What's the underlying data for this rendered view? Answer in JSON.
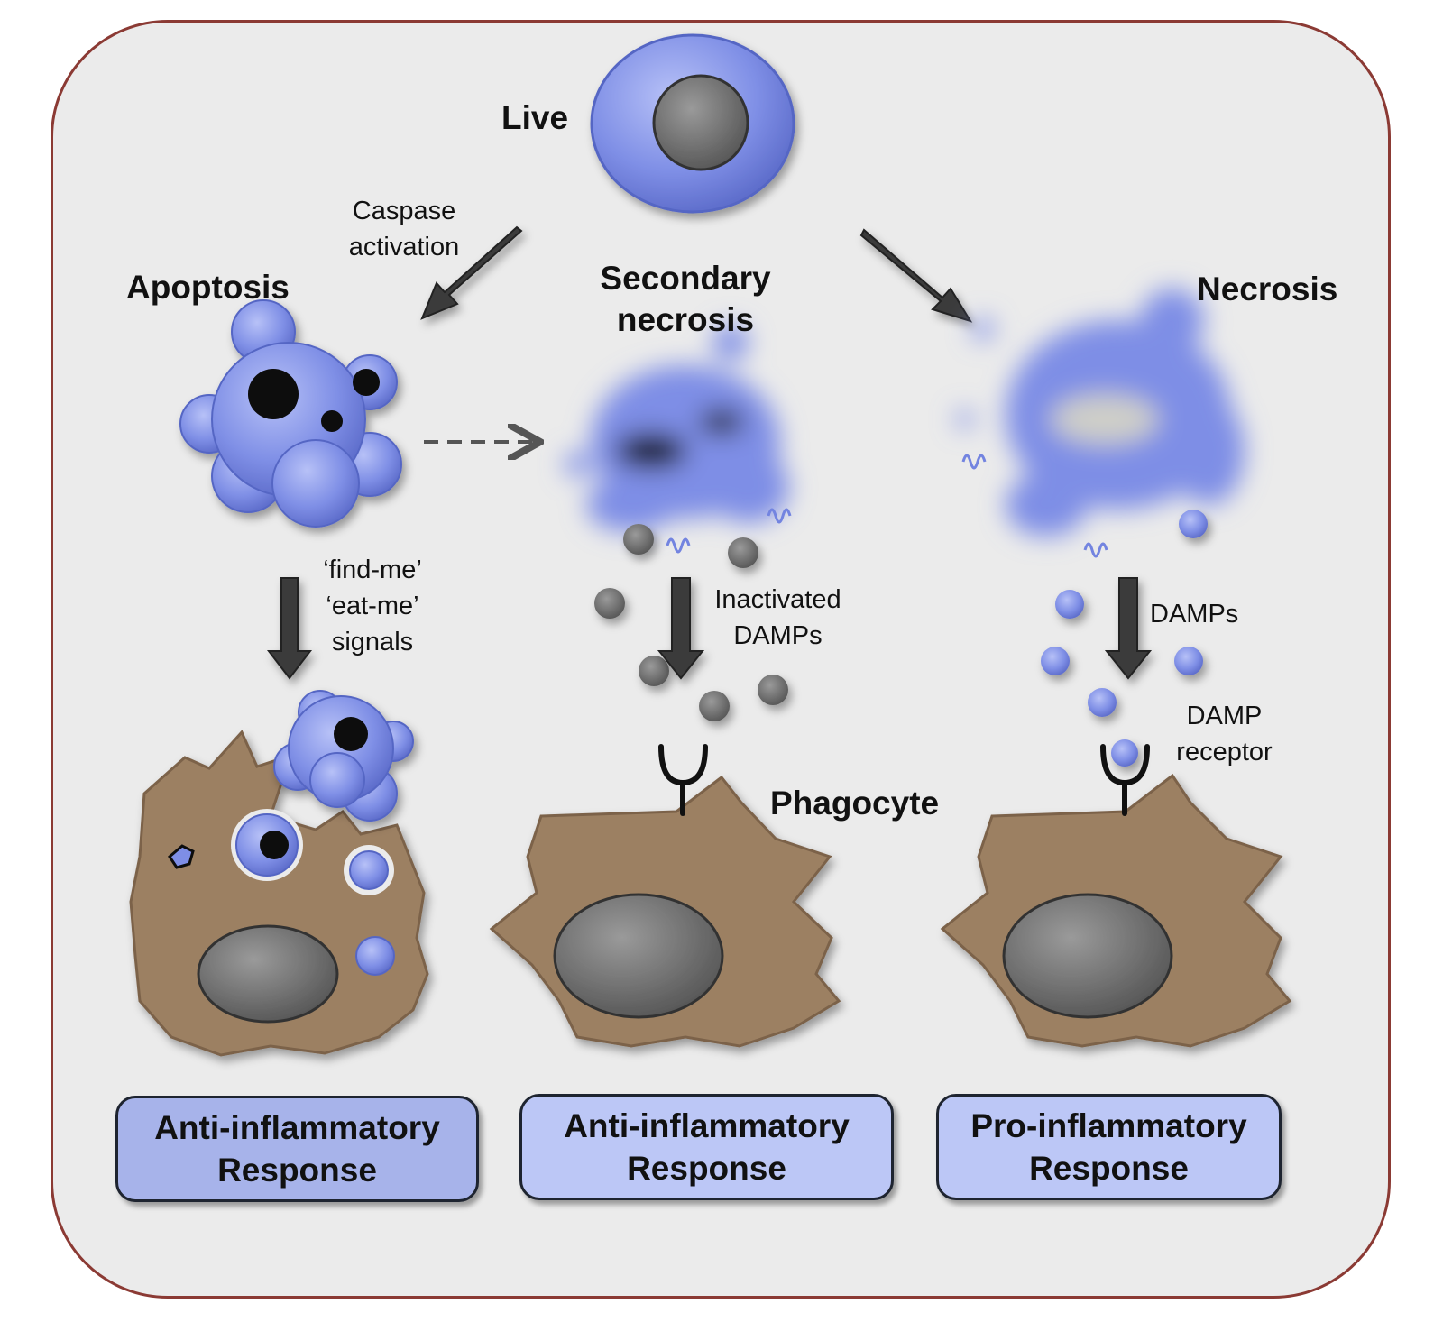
{
  "labels": {
    "live": "Live",
    "apoptosis": "Apoptosis",
    "secondary_necrosis_1": "Secondary",
    "secondary_necrosis_2": "necrosis",
    "necrosis": "Necrosis",
    "caspase_1": "Caspase",
    "caspase_2": "activation",
    "signals_1": "‘find-me’",
    "signals_2": "‘eat-me’",
    "signals_3": "signals",
    "inactivated_1": "Inactivated",
    "inactivated_2": "DAMPs",
    "damps": "DAMPs",
    "receptor_1": "DAMP",
    "receptor_2": "receptor",
    "phagocyte": "Phagocyte"
  },
  "responses": [
    {
      "line1": "Anti-inflammatory",
      "line2": "Response"
    },
    {
      "line1": "Anti-inflammatory",
      "line2": "Response"
    },
    {
      "line1": "Pro-inflammatory",
      "line2": "Response"
    }
  ],
  "colors": {
    "border": "#8b3a34",
    "panel": "#ebebeb",
    "cell_blue": "#7e8ee6",
    "nucleus_gray": "#7a7a7a",
    "phagocyte_brown": "#9c8062",
    "arrow": "#333333",
    "response_box_1": "#a7b3ea",
    "response_box_2": "#bcc7f6",
    "response_box_3": "#bcc7f6"
  }
}
